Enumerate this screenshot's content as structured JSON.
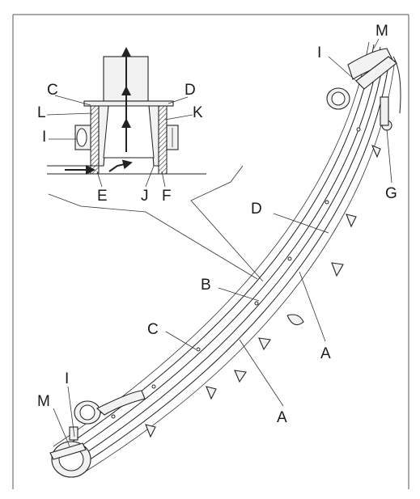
{
  "labels": {
    "inset": {
      "C": "C",
      "D": "D",
      "L": "L",
      "K": "K",
      "I": "I",
      "E": "E",
      "J": "J",
      "F": "F"
    },
    "main": {
      "M_top": "M",
      "I_top": "I",
      "G": "G",
      "D": "D",
      "B": "B",
      "C": "C",
      "A_right": "A",
      "A_bottom": "A",
      "I_bottom": "I",
      "M_bottom": "M"
    }
  },
  "colors": {
    "stroke": "#222222",
    "fill": "#f2f2f2",
    "frame": "#555555"
  }
}
